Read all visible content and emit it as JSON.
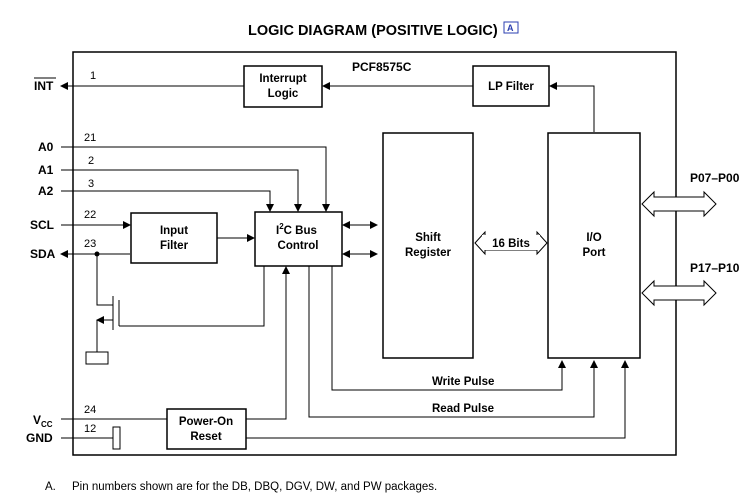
{
  "title": "LOGIC DIAGRAM (POSITIVE LOGIC)",
  "title_ref": "A",
  "device": "PCF8575C",
  "blocks": {
    "interrupt_line1": "Interrupt",
    "interrupt_line2": "Logic",
    "lp_filter": "LP Filter",
    "input_line1": "Input",
    "input_line2": "Filter",
    "i2c_sup": "2",
    "i2c_pre": "I",
    "i2c_post": "C Bus",
    "i2c_line2": "Control",
    "shift_line1": "Shift",
    "shift_line2": "Register",
    "io_line1": "I/O",
    "io_line2": "Port",
    "power_line1": "Power-On",
    "power_line2": "Reset"
  },
  "bus_label": "16 Bits",
  "signals": {
    "int": "INT",
    "a0": "A0",
    "a1": "A1",
    "a2": "A2",
    "scl": "SCL",
    "sda": "SDA",
    "vcc_main": "V",
    "vcc_sub": "CC",
    "gnd": "GND",
    "p0": "P07–P00",
    "p1": "P17–P10",
    "write_pulse": "Write Pulse",
    "read_pulse": "Read Pulse"
  },
  "pins": {
    "int": "1",
    "a0": "21",
    "a1": "2",
    "a2": "3",
    "scl": "22",
    "sda": "23",
    "vcc": "24",
    "gnd": "12"
  },
  "note_marker": "A.",
  "note_text": "Pin numbers shown are for the DB, DBQ, DGV, DW, and PW packages."
}
